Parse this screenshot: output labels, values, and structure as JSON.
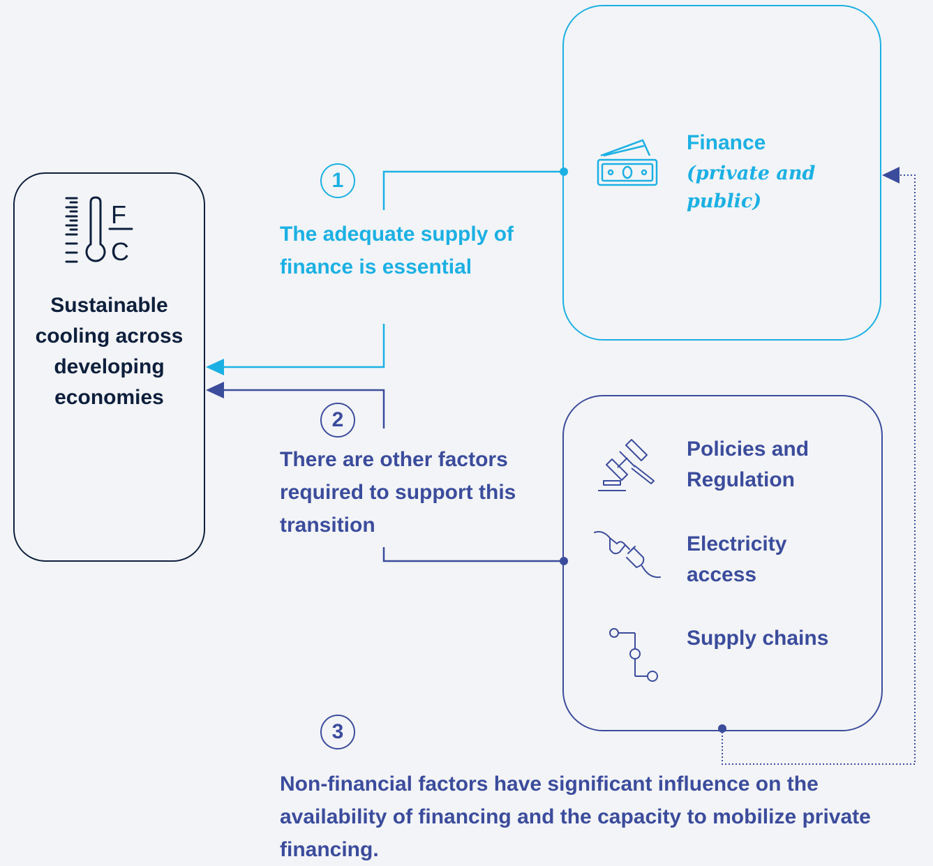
{
  "cooling": {
    "label": "Sustainable cooling across developing economies",
    "icon": "thermometer-fc-icon",
    "icon_letters": {
      "top": "F",
      "bottom": "C"
    }
  },
  "finance": {
    "title": "Finance",
    "subtitle": "(private and public)",
    "icon": "banknotes-icon"
  },
  "non_financial": {
    "items": [
      {
        "label": "Policies and Regulation",
        "icon": "gavel-icon"
      },
      {
        "label": "Electricity access",
        "icon": "plug-icon"
      },
      {
        "label": "Supply chains",
        "icon": "supply-chain-icon"
      }
    ]
  },
  "steps": [
    {
      "number": "1",
      "text": "The adequate supply of finance is essential"
    },
    {
      "number": "2",
      "text": "There are other factors required to support this transition"
    },
    {
      "number": "3",
      "text": "Non-financial factors have significant influence on the availability of financing and the capacity to mobilize private financing."
    }
  ],
  "colors": {
    "finance": "#1bb0e3",
    "non_financial": "#3b4c9c",
    "cooling": "#0d1f3c",
    "background": "#f3f4f7"
  }
}
